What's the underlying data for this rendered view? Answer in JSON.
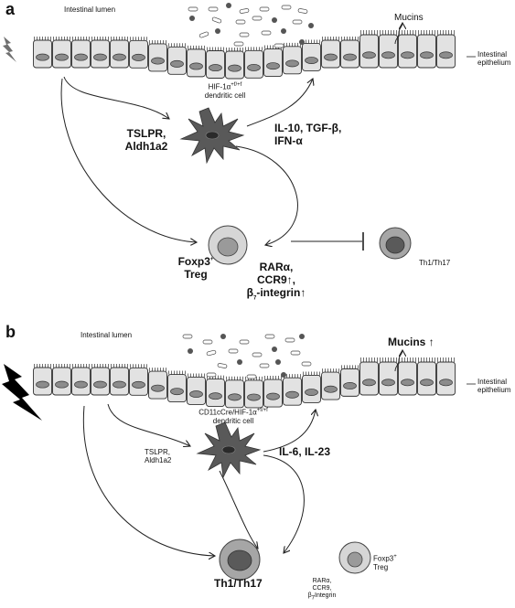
{
  "panel_a": {
    "letter": "a",
    "lumen": "Intestinal lumen",
    "mucins": "Mucins",
    "epithelium": "Intestinal\nepithelium",
    "dc_line1_pre": "HIF-1α",
    "dc_line1_sup": "+f/+f",
    "dc_line2": "dendritic cell",
    "left_factors": "TSLPR,\nAldh1a2",
    "right_factors": "IL-10, TGF-β,\nIFN-α",
    "treg_pre": "Foxp3",
    "treg_sup": "+",
    "treg_line2": "Treg",
    "markers_line1": "RARα,",
    "markers_line2": "CCR9↑,",
    "markers_line3_pre": "β",
    "markers_line3_sub": "7",
    "markers_line3_post": "-integrin↑",
    "th": "Th1/Th17"
  },
  "panel_b": {
    "letter": "b",
    "lumen": "Intestinal lumen",
    "mucins": "Mucins ↑",
    "epithelium": "Intestinal\nepithelium",
    "dc_line1_pre": "CD11cCre/HIF-1α",
    "dc_line1_sup": "+f/+f",
    "dc_line2": "dendritic cell",
    "left_factors": "TSLPR,\nAldh1a2",
    "right_factors": "IL-6, IL-23",
    "th": "Th1/Th17",
    "markers_line1": "RARα,",
    "markers_line2": "CCR9,",
    "markers_line3_pre": "β",
    "markers_line3_sub": "7",
    "markers_line3_post": "Integrin",
    "treg_pre": "Foxp3",
    "treg_sup": "+",
    "treg_line2": "Treg"
  },
  "colors": {
    "epithelial_cell": "#e2e2e2",
    "nucleus": "#8c8c8c",
    "dendritic_cell": "#595959",
    "treg_outer": "#d6d6d6",
    "treg_inner": "#9a9a9a",
    "th_outer": "#a6a6a6",
    "th_inner": "#5a5a5a",
    "lightning": "#707070",
    "lightning_strong": "#000000"
  },
  "icons": [
    "lightning-bolt-icon",
    "dendritic-cell-icon",
    "inhibition-bar-icon"
  ]
}
